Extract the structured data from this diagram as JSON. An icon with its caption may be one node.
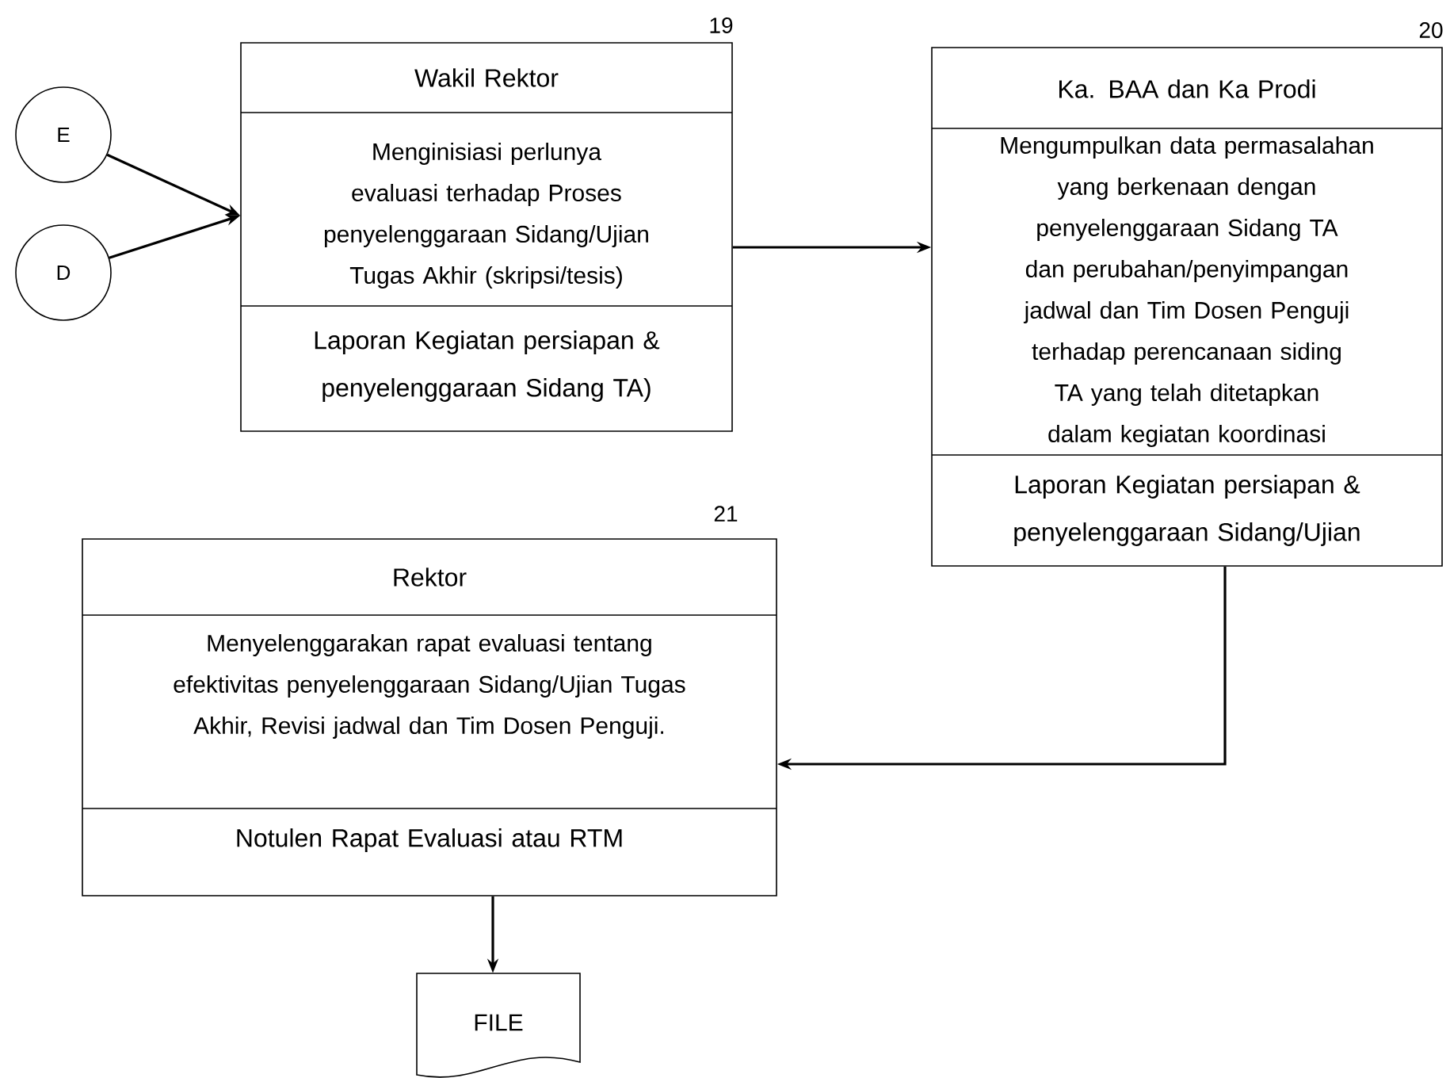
{
  "diagram": {
    "nodes": [
      {
        "text": [
          "E"
        ]
      },
      {
        "text": [
          "D"
        ]
      },
      {
        "text": [
          "Wakil Rektor",
          "Menginisiasi perlunya evaluasi terhadap  Proses penyelenggaraan Sidang/Ujian Tugas Akhir (skripsi/tesis)",
          "Laporan Kegiatan persiapan & penyelenggaraan Sidang TA)"
        ],
        "beside": [
          "19"
        ]
      },
      {
        "text": [
          "Ka. BAA dan Ka Prodi",
          "Mengumpulkan data permasalahan yang berkenaan dengan penyelenggaraan Sidang TA dan perubahan/penyimpangan jadwal dan Tim Dosen Penguji terhadap perencanaan siding TA yang telah ditetapkan dalam kegiatan koordinasi",
          "Laporan Kegiatan persiapan & penyelenggaraan Sidang/Ujian"
        ],
        "beside": [
          "20"
        ]
      },
      {
        "text": [
          "Rektor",
          "Menyelenggarakan rapat evaluasi tentang efektivitas penyelenggaraan Sidang/Ujian Tugas Akhir, Revisi jadwal dan Tim Dosen Penguji.",
          "Notulen Rapat Evaluasi atau RTM"
        ],
        "beside": [
          "21"
        ]
      },
      {
        "text": [
          "FILE"
        ]
      }
    ],
    "edges": [
      {
        "from": 0,
        "to": 2,
        "arrow": "to"
      },
      {
        "from": 1,
        "to": 2,
        "arrow": "to"
      },
      {
        "from": 2,
        "to": 3,
        "arrow": "to"
      },
      {
        "from": 3,
        "to": 4,
        "arrow": "to"
      },
      {
        "from": 4,
        "to": 5,
        "arrow": "to"
      }
    ]
  }
}
